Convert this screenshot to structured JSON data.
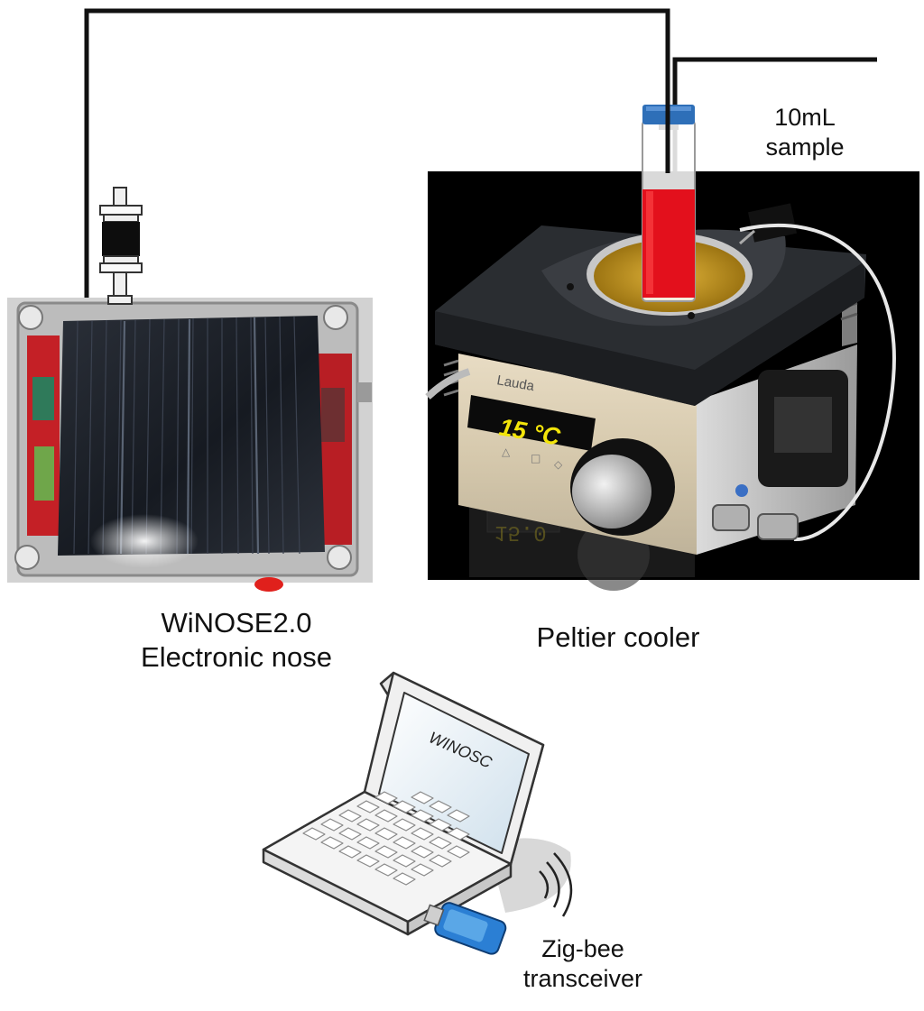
{
  "labels": {
    "enose_line1": "WiNOSE2.0",
    "enose_line2": "Electronic nose",
    "peltier": "Peltier cooler",
    "sample_line1": "10mL",
    "sample_line2": "sample",
    "zigbee_line1": "Zig-bee",
    "zigbee_line2": "transceiver"
  },
  "cooler_display": {
    "reading": "15 °C"
  },
  "laptop_screen": {
    "text": "WINOSC"
  },
  "colors": {
    "sample_liquid": "#e3101c",
    "vial_cap": "#2e6fb8",
    "display_text": "#f2e40a",
    "enclosure_bg": "#cfcfcf",
    "solar_panel": "#1b1f27",
    "cooler_body": "#2a2d31",
    "transceiver": "#2b7fd4",
    "tubing": "#111111"
  }
}
